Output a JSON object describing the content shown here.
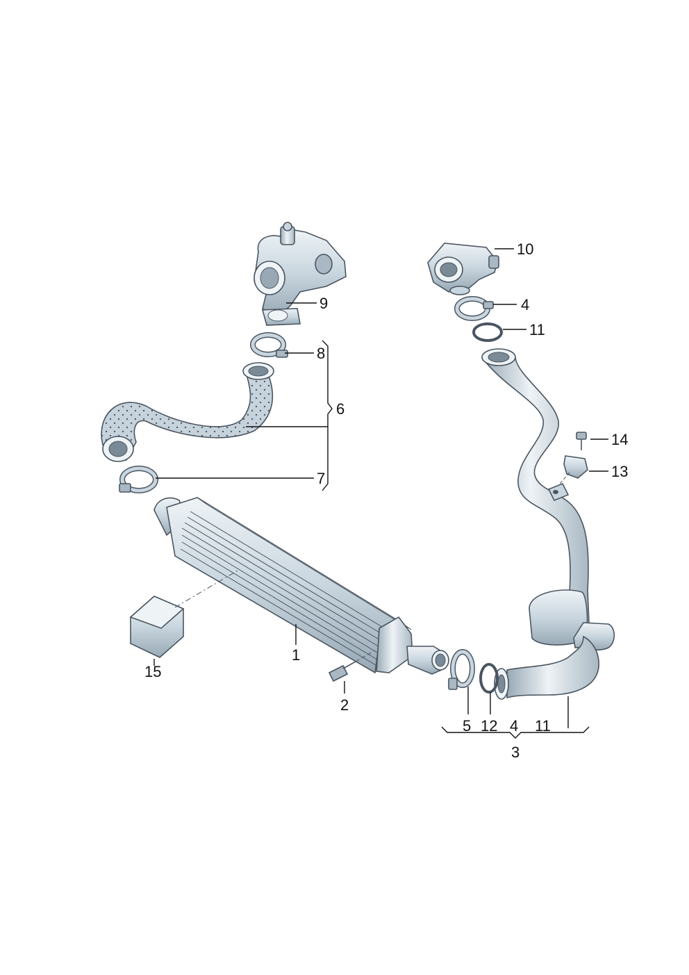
{
  "callouts": {
    "c1": "1",
    "c2": "2",
    "c3": "3",
    "c4a": "4",
    "c4b": "4",
    "c5": "5",
    "c6": "6",
    "c7": "7",
    "c8": "8",
    "c9": "9",
    "c10": "10",
    "c11a": "11",
    "c11b": "11",
    "c12": "12",
    "c13": "13",
    "c14": "14",
    "c15": "15"
  },
  "colors": {
    "part_fill": "#c9d6df",
    "part_shadow": "#98a9b5",
    "part_highlight": "#eef3f6",
    "line": "#111111"
  }
}
